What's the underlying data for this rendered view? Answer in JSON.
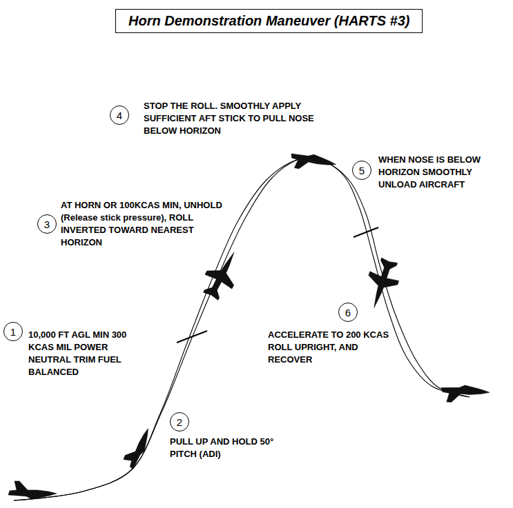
{
  "diagram": {
    "title": "Horn Demonstration Maneuver (HARTS #3)",
    "nodes": [
      {
        "text": [
          "1",
          "10,000 FT AGL MIN 300 KCAS MIL POWER NEUTRAL TRIM FUEL BALANCED"
        ]
      },
      {
        "text": [
          "2",
          "PULL UP AND HOLD 50° PITCH (ADI)"
        ]
      },
      {
        "text": [
          "3",
          "AT HORN OR 100KCAS MIN, UNHOLD (Release stick pressure), ROLL INVERTED TOWARD NEAREST HORIZON"
        ]
      },
      {
        "text": [
          "4",
          "STOP THE ROLL. SMOOTHLY APPLY SUFFICIENT AFT STICK TO PULL NOSE BELOW HORIZON"
        ]
      },
      {
        "text": [
          "5",
          "WHEN NOSE IS BELOW HORIZON SMOOTHLY UNLOAD AIRCRAFT"
        ]
      },
      {
        "text": [
          "6",
          "ACCELERATE TO 200 KCAS ROLL UPRIGHT, AND RECOVER"
        ]
      }
    ]
  }
}
